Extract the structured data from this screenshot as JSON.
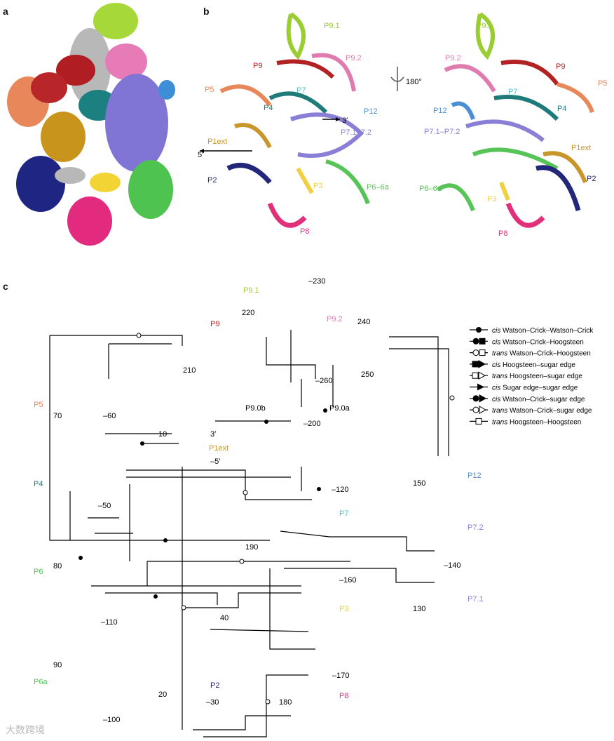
{
  "panels": {
    "a": "a",
    "b": "b",
    "c": "c"
  },
  "rotation_label": "180°",
  "view1": {
    "labels": {
      "P9.1": "P9.1",
      "P9.2": "P9.2",
      "P9": "P9",
      "P5": "P5",
      "P7": "P7",
      "P4": "P4",
      "P12": "P12",
      "three": "3′",
      "P7172": "P7.1–7.2",
      "P1ext": "P1ext",
      "five": "5′",
      "P2": "P2",
      "P3": "P3",
      "P66a": "P6–6a",
      "P8": "P8"
    }
  },
  "view2": {
    "labels": {
      "P9.1": "P9.1",
      "P9.2": "P9.2",
      "P9": "P9",
      "P5": "P5",
      "P7": "P7",
      "P4": "P4",
      "P12": "P12",
      "P7172": "P7.1–P7.2",
      "P1ext": "P1ext",
      "P2": "P2",
      "P66a": "P6–6a",
      "P3": "P3",
      "P8": "P8"
    }
  },
  "colors": {
    "P9_1": "#9acd32",
    "P9_2": "#e07bb0",
    "P9": "#b22222",
    "P5": "#e8875a",
    "P4": "#1f7a7a",
    "P7": "#4fc3c8",
    "P12": "#4a8fd6",
    "P7x": "#8a7fd6",
    "P1ext": "#c8962a",
    "P2": "#22277a",
    "P3": "#f0d040",
    "P6": "#56c456",
    "P8": "#e0307a",
    "grey": "#999999"
  },
  "legend": [
    {
      "italic": "cis",
      "text": " Watson–Crick–Watson–Crick",
      "sym": "wc"
    },
    {
      "italic": "cis",
      "text": " Watson–Crick–Hoogsteen",
      "sym": "cwh"
    },
    {
      "italic": "trans",
      "text": " Watson–Crick–Hoogsteen",
      "sym": "twh"
    },
    {
      "italic": "cis",
      "text": " Hoogsteen–sugar edge",
      "sym": "chs"
    },
    {
      "italic": "trans",
      "text": " Hoogsteen–sugar edge",
      "sym": "ths"
    },
    {
      "italic": "cis",
      "text": " Sugar edge–sugar edge",
      "sym": "css"
    },
    {
      "italic": "cis",
      "text": " Watson–Crick–sugar edge",
      "sym": "cws"
    },
    {
      "italic": "trans",
      "text": " Watson–Crick–sugar edge",
      "sym": "tws"
    },
    {
      "italic": "trans",
      "text": " Hoogsteen–Hoogsteen",
      "sym": "thh"
    }
  ],
  "helix_labels": {
    "P9.1": "P9.1",
    "P9.2": "P9.2",
    "P9": "P9",
    "P5": "P5",
    "P4": "P4",
    "P1ext": "P1ext",
    "P9.0a": "P9.0a",
    "P9.0b": "P9.0b",
    "P12": "P12",
    "P7": "P7",
    "P7.2": "P7.2",
    "P7.1": "P7.1",
    "P6": "P6",
    "P6a": "P6a",
    "P3": "P3",
    "P2": "P2",
    "P8": "P8"
  },
  "numbers": {
    "n230": "–230",
    "n220": "220",
    "n240": "240",
    "n210": "210",
    "n250": "250",
    "n260": "–260",
    "n70": "70",
    "n60": "–60",
    "n10": "10",
    "n200": "–200",
    "n150": "150",
    "n120": "–120",
    "n50": "–50",
    "n190": "190",
    "n140": "–140",
    "n80": "80",
    "n160": "–160",
    "n110": "–110",
    "n40": "40",
    "n130": "130",
    "n90": "90",
    "n170": "–170",
    "n20": "20",
    "n30": "–30",
    "n180": "180",
    "n100": "–100",
    "three_prime": "3′",
    "five_prime": "–5′"
  },
  "watermark": "大数跨境"
}
